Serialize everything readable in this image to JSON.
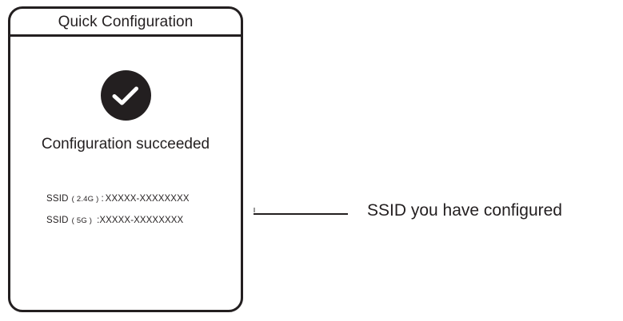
{
  "panel": {
    "header": {
      "title": "Quick Configuration"
    },
    "status": {
      "icon": "check-circle-icon",
      "message": "Configuration succeeded"
    },
    "ssid_rows": [
      {
        "key": "SSID",
        "band": "( 2.4G )",
        "separator": ":",
        "value": "XXXXX-XXXXXXXX"
      },
      {
        "key": "SSID",
        "band": "( 5G )",
        "separator": ":",
        "value": "XXXXX-XXXXXXXX"
      }
    ]
  },
  "annotation": {
    "text": "SSID you have configured"
  },
  "colors": {
    "ink": "#231f20",
    "paper": "#ffffff",
    "tick": "#9a9a9a"
  }
}
